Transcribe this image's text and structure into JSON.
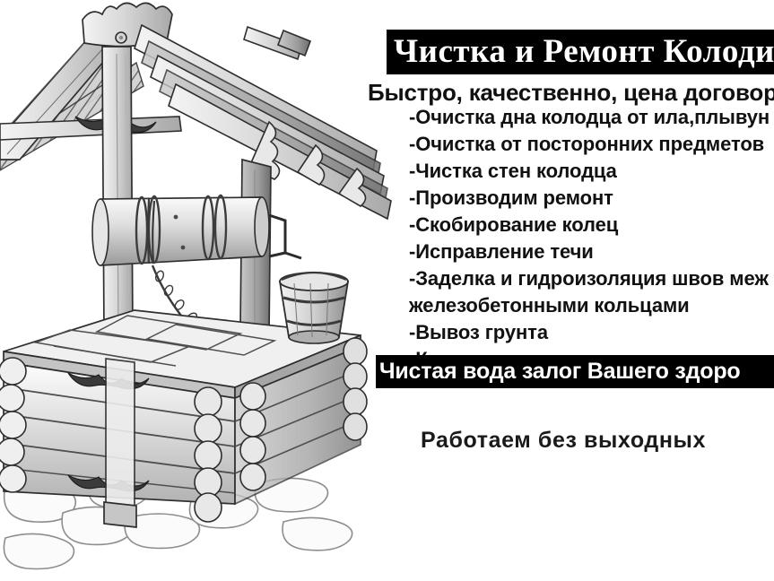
{
  "poster": {
    "background_color": "#ffffff",
    "banner_color": "#000000",
    "banner_text_color": "#ffffff",
    "body_text_color": "#111111"
  },
  "header": {
    "title": "Чистка и Ремонт Колоди",
    "subtitle": "Быстро, качественно, цена договорн"
  },
  "services": {
    "heading_marker": "-",
    "items": [
      {
        "text": "-Очистка дна колодца от ила,плывун",
        "continuation": false
      },
      {
        "text": "-Очистка от посторонних предметов",
        "continuation": false
      },
      {
        "text": "-Чистка стен колодца",
        "continuation": false
      },
      {
        "text": "-Производим ремонт",
        "continuation": false
      },
      {
        "text": "-Скобирование колец",
        "continuation": false
      },
      {
        "text": "-Исправление течи",
        "continuation": false
      },
      {
        "text": "-Заделка и гидроизоляция швов меж",
        "continuation": false
      },
      {
        "text": "железобетонными кольцами",
        "continuation": true
      },
      {
        "text": "-Вывоз грунта",
        "continuation": false
      },
      {
        "text": "-Консультация,осмотр",
        "continuation": false
      }
    ]
  },
  "slogan": {
    "text": "Чистая вода залог Вашего здоро"
  },
  "footer": {
    "text": "Работаем без выходных"
  },
  "illustration": {
    "name": "pencil-sketch-of-wooden-water-well",
    "description": "Pencil drawing of a log water well with gabled shingle roof, central post, windlass drum with chain, wooden bucket and stone pavers"
  }
}
